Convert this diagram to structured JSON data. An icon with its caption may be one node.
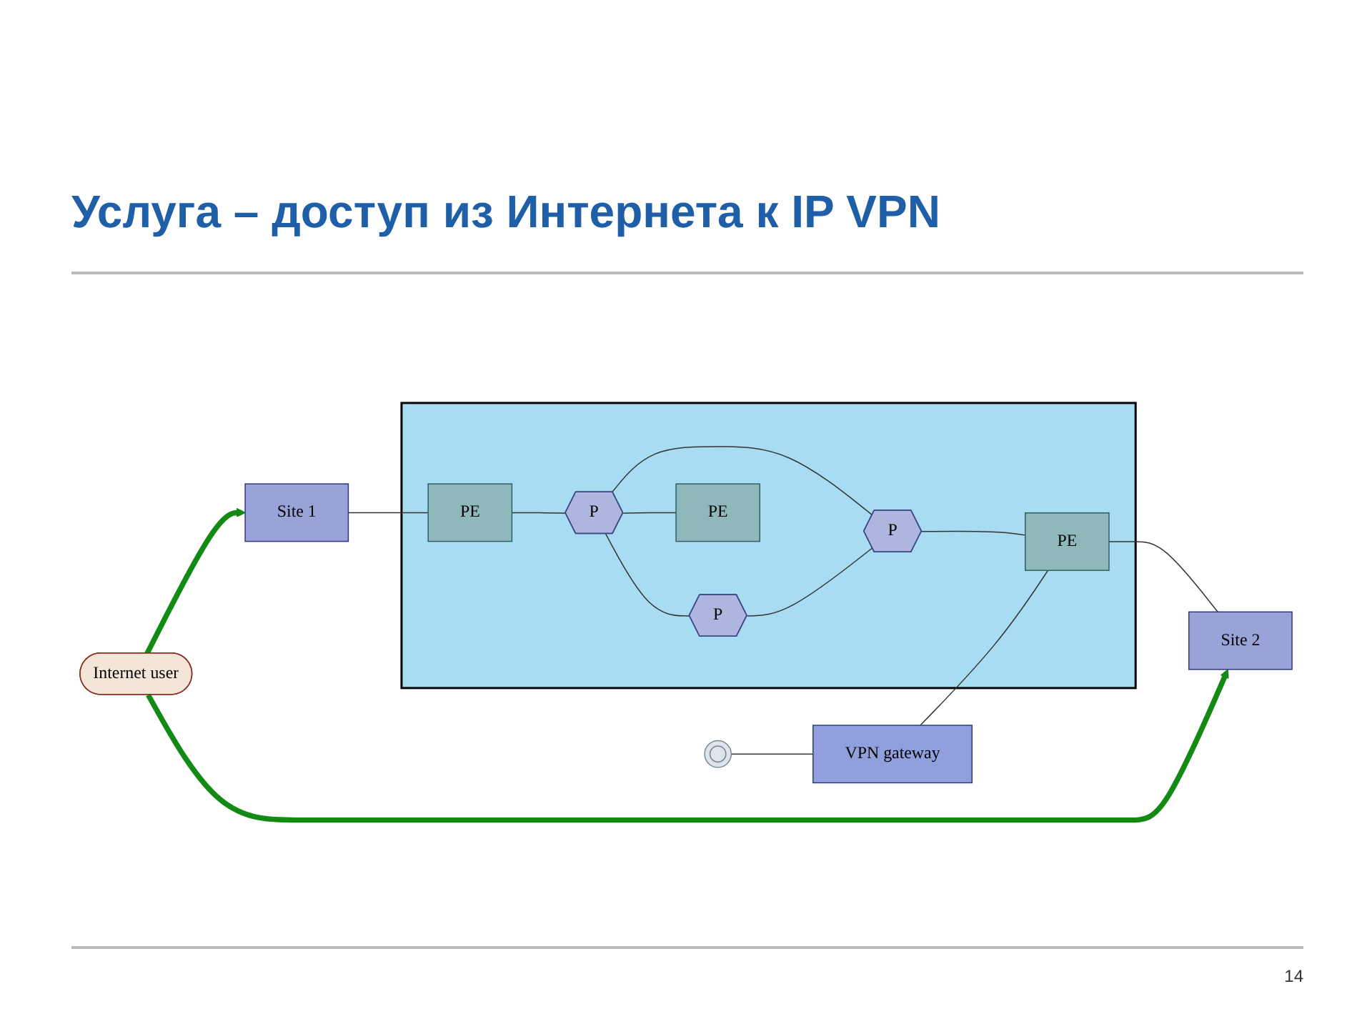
{
  "diagram": {
    "title": "Услуга – доступ из Интернета к IP VPN",
    "nodes": [
      {
        "text": [],
        "shape": "cloud"
      },
      {
        "text": [
          "PE"
        ],
        "in": 0
      },
      {
        "text": [
          "P"
        ],
        "in": 0
      },
      {
        "text": [
          "P"
        ],
        "in": 0
      },
      {
        "text": [
          "P"
        ],
        "in": 0
      },
      {
        "text": [
          "PE"
        ],
        "in": 0
      },
      {
        "text": [
          "PE"
        ],
        "in": 0
      },
      {
        "text": [
          "Site 1"
        ]
      },
      {
        "text": [
          "Site 2"
        ]
      },
      {
        "text": [
          "Internet user"
        ]
      },
      {
        "text": [],
        "shape": "picture"
      },
      {
        "text": [
          "VPN gateway"
        ]
      }
    ],
    "edges": [
      {
        "from": 7,
        "to": 1,
        "arrow": "none"
      },
      {
        "from": 1,
        "to": 2,
        "arrow": "none"
      },
      {
        "from": 2,
        "to": 3,
        "arrow": "none"
      },
      {
        "from": 2,
        "to": 4,
        "arrow": "none"
      },
      {
        "from": 3,
        "to": 4,
        "arrow": "none"
      },
      {
        "from": 2,
        "to": 5,
        "arrow": "none"
      },
      {
        "from": 4,
        "to": 6,
        "arrow": "none"
      },
      {
        "from": 6,
        "to": 8,
        "arrow": "none"
      },
      {
        "from": 10,
        "to": 11,
        "arrow": "none"
      },
      {
        "from": 11,
        "to": 6,
        "arrow": "none"
      },
      {
        "from": 9,
        "to": 7,
        "arrow": "to",
        "style": "thick",
        "color": "#138a13"
      },
      {
        "from": 9,
        "to": 8,
        "arrow": "to",
        "style": "thick",
        "color": "#138a13"
      }
    ],
    "labels": [
      "14"
    ]
  }
}
